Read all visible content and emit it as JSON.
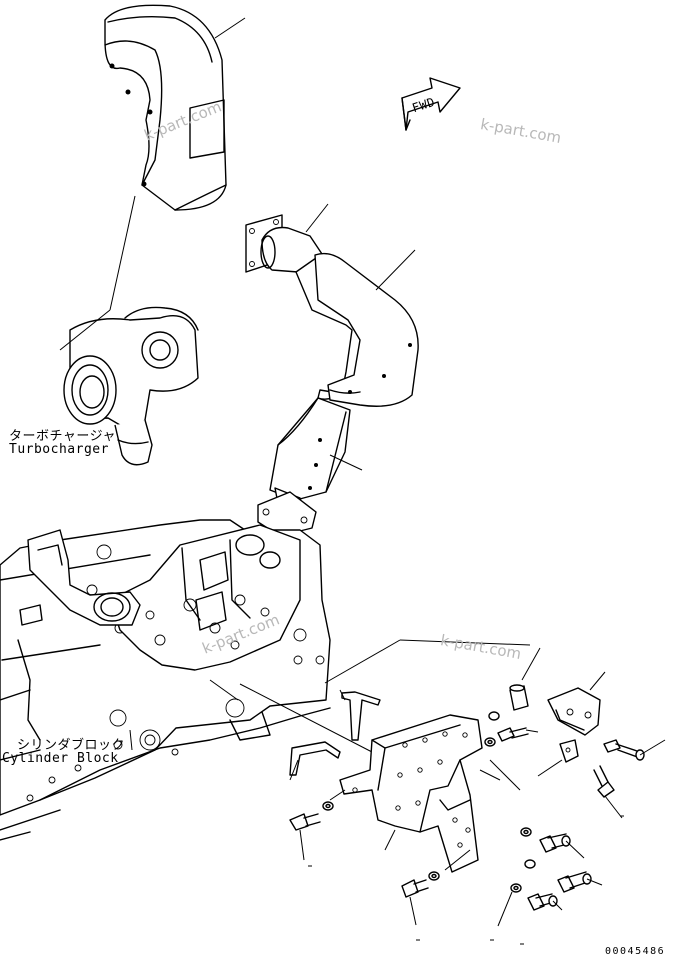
{
  "labels": {
    "turbocharger_jp": "ターボチャージャ",
    "turbocharger_en": "Turbocharger",
    "cylinder_block_jp": "シリンダブロック",
    "cylinder_block_en": "Cylinder Block",
    "fwd_arrow": "FWD",
    "figure_number": "00045486"
  },
  "watermarks": [
    "k-part.com",
    "k-part.com",
    "k-part.com",
    "k-part.com"
  ]
}
